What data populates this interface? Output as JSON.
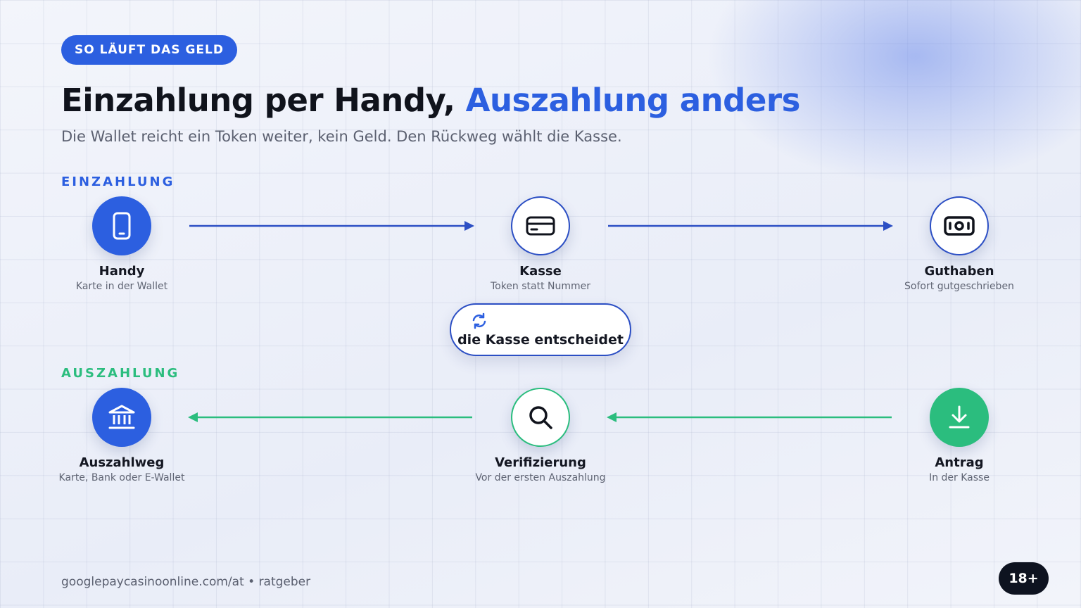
{
  "badge": "SO LÄUFT DAS GELD",
  "title": {
    "main": "Einzahlung per Handy,",
    "accent": "Auszahlung anders"
  },
  "subtitle": "Die Wallet reicht ein Token weiter, kein Geld. Den Rückweg wählt die Kasse.",
  "colors": {
    "blue": "#2c5fe0",
    "green": "#2bbd7e",
    "dark": "#0e1320"
  },
  "einzahlung": {
    "label": "EINZAHLUNG",
    "nodes": [
      {
        "title": "Handy",
        "sub": "Karte in der Wallet",
        "icon": "smartphone-icon"
      },
      {
        "title": "Kasse",
        "sub": "Token statt Nummer",
        "icon": "credit-card-icon"
      },
      {
        "title": "Guthaben",
        "sub": "Sofort gutgeschrieben",
        "icon": "banknote-icon"
      }
    ]
  },
  "decision": {
    "text": "die Kasse entscheidet",
    "icon": "refresh-cycle-icon"
  },
  "auszahlung": {
    "label": "AUSZAHLUNG",
    "nodes": [
      {
        "title": "Auszahlweg",
        "sub": "Karte, Bank oder E-Wallet",
        "icon": "bank-icon"
      },
      {
        "title": "Verifizierung",
        "sub": "Vor der ersten Auszahlung",
        "icon": "search-icon"
      },
      {
        "title": "Antrag",
        "sub": "In der Kasse",
        "icon": "download-icon"
      }
    ]
  },
  "footer": "googlepaycasinoonline.com/at • ratgeber",
  "age_badge": "18+"
}
